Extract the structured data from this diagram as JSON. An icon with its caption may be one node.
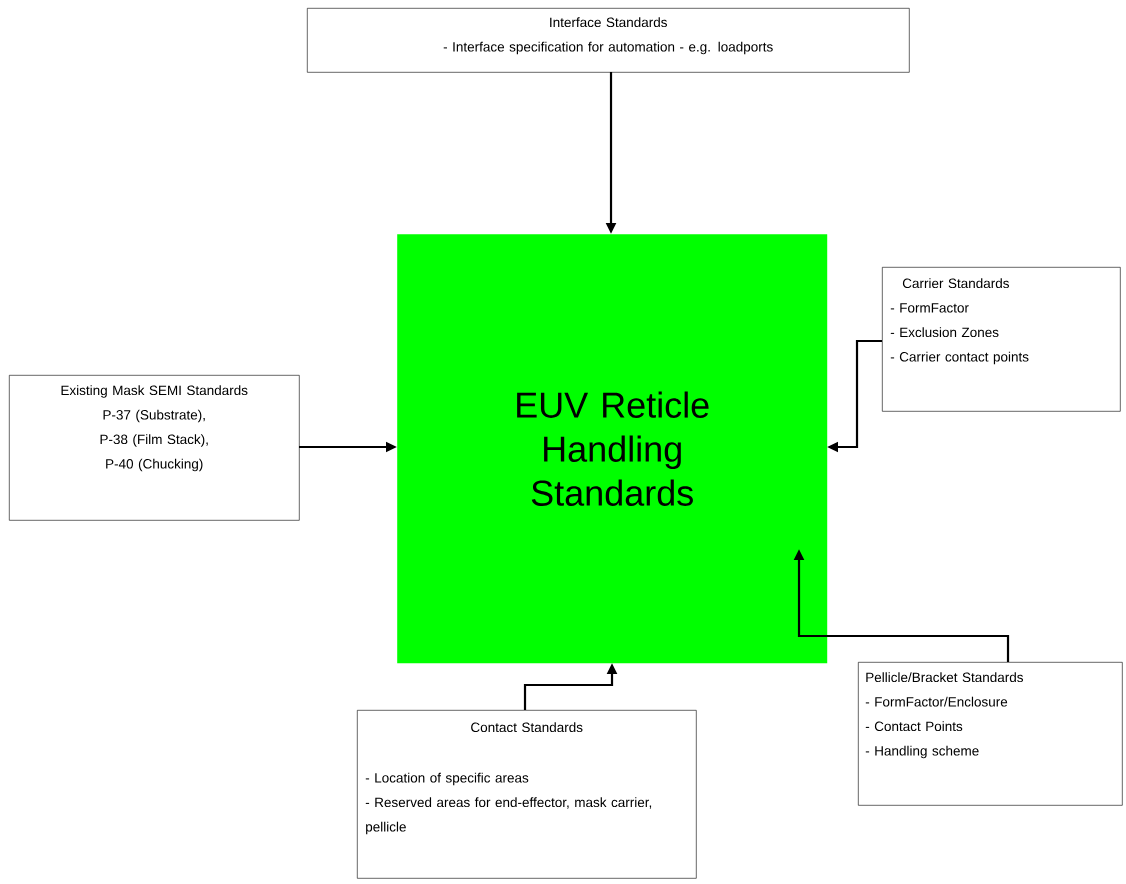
{
  "diagram": {
    "nodes": [
      {
        "text": [
          "Interface Standards",
          "- Interface specification for automation - e.g. loadports"
        ]
      },
      {
        "text": [
          "EUV Reticle Handling Standards"
        ]
      },
      {
        "text": [
          "Carrier Standards",
          "- FormFactor",
          "- Exclusion Zones",
          "- Carrier contact points"
        ]
      },
      {
        "text": [
          "Existing Mask SEMI Standards",
          "P-37 (Substrate),",
          "P-38 (Film Stack),",
          "P-40 (Chucking)"
        ]
      },
      {
        "text": [
          "Contact Standards",
          "- Location of specific areas",
          "- Reserved areas for end-effector, mask carrier, pellicle"
        ]
      },
      {
        "text": [
          "Pellicle/Bracket Standards",
          "- FormFactor/Enclosure",
          "- Contact Points",
          "- Handling scheme"
        ]
      }
    ],
    "edges": [
      {
        "from": 0,
        "to": 1,
        "arrow": "to"
      },
      {
        "from": 2,
        "to": 1,
        "arrow": "to"
      },
      {
        "from": 3,
        "to": 1,
        "arrow": "to"
      },
      {
        "from": 4,
        "to": 1,
        "arrow": "to"
      },
      {
        "from": 5,
        "to": 1,
        "arrow": "to"
      }
    ]
  }
}
